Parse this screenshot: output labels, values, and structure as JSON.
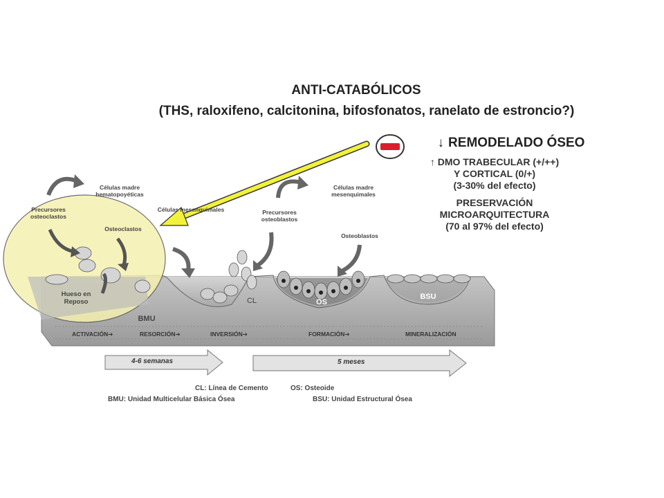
{
  "header": {
    "title": "ANTI-CATABÓLICOS",
    "subtitle": "(THS, raloxifeno, calcitonina, bifosfonatos, ranelato de estroncio?)"
  },
  "effects": {
    "main": "REMODELADO ÓSEO",
    "main_arrow": "↓",
    "lines": [
      "↑ DMO TRABECULAR (+/++)",
      "Y CORTICAL (0/+)",
      "(3-30% del efecto)",
      "PRESERVACIÓN",
      "MICROARQUITECTURA",
      "(70 al 97% del efecto)"
    ]
  },
  "cell_labels": {
    "celulas_madre_hemato": "Células madre hematopoyéticas",
    "celulas_mesenquimales_left": "Células mesenquimales",
    "celulas_madre_mesen": "Células madre mesenquimales",
    "precursores_osteoclastos": "Precursores osteoclastos",
    "osteoclastos": "Osteoclastos",
    "precursores_osteoblastos": "Precursores osteoblastos",
    "osteoblastos": "Osteoblastos",
    "hueso_reposo": "Hueso en Reposo",
    "cl": "CL",
    "os": "OS",
    "bsu": "BSU",
    "bmu": "BMU"
  },
  "phases": [
    "ACTIVACIÓN➔",
    "RESORCIÓN➔",
    "INVERSIÓN➔",
    "FORMACIÓN➔",
    "MINERALIZACIÓN"
  ],
  "durations": [
    "4-6 semanas",
    "5 meses"
  ],
  "legend": {
    "cl": "CL: Línea de Cemento",
    "os": "OS: Osteoide",
    "bmu": "BMU: Unidad Multicelular Básica Ósea",
    "bsu": "BSU: Unidad Estructural Ósea"
  },
  "colors": {
    "circle_fill": "#f5f0b0",
    "arrow_yellow": "#f2f23a",
    "minus_red": "#d8202a",
    "bone_gray": "#b8b8b8"
  },
  "icons": {
    "minus": "minus-circle-icon"
  }
}
